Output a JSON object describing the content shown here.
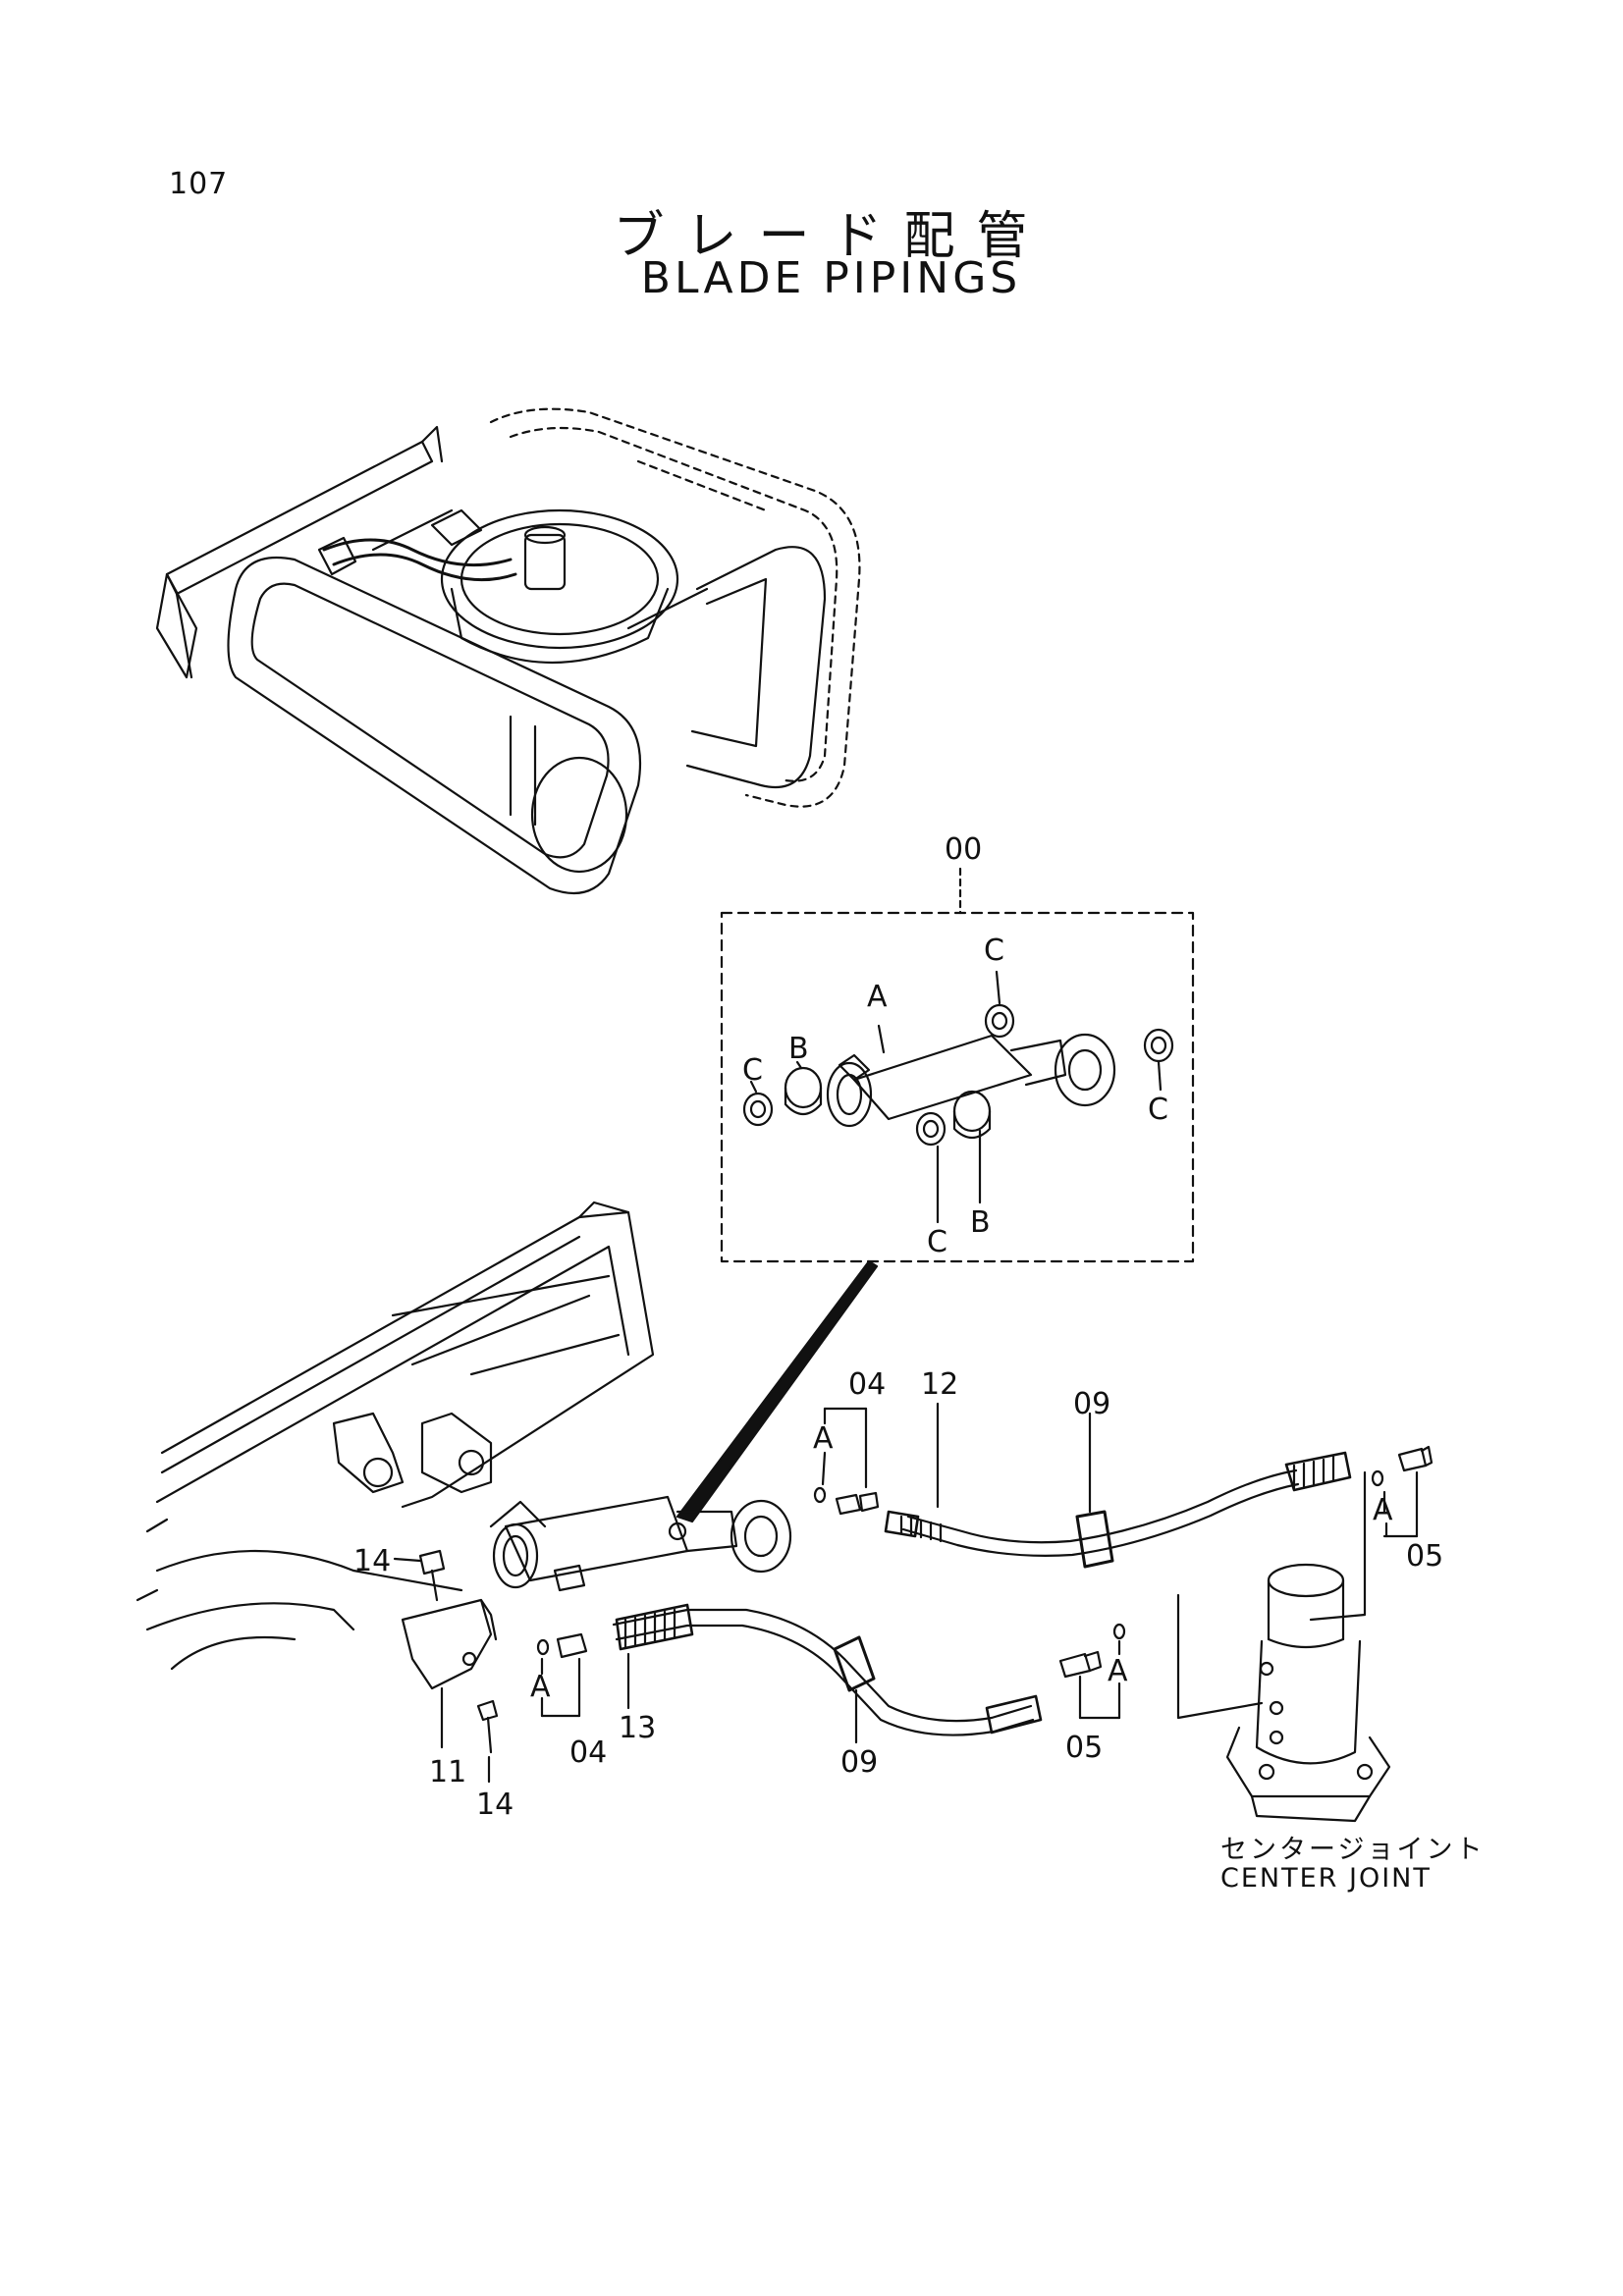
{
  "page_number": "107",
  "title_jp": "ブレード配管",
  "title_en": "BLADE PIPINGS",
  "callouts": {
    "c00": "00",
    "c04_top": "04",
    "c04_bottom": "04",
    "c05_right": "05",
    "c05_bottom": "05",
    "c09_top": "09",
    "c09_bottom": "09",
    "c11": "11",
    "c12": "12",
    "c13": "13",
    "c14_top": "14",
    "c14_bottom": "14"
  },
  "kit_letters": {
    "a_top": "A",
    "b_left": "B",
    "b_bottom": "B",
    "c_top": "C",
    "c_left": "C",
    "c_right": "C",
    "c_bottom": "C",
    "a_04_top": "A",
    "a_04_bottom": "A",
    "a_05_right": "A",
    "a_05_bottom": "A"
  },
  "center_joint": {
    "label_jp": "センタージョイント",
    "label_en": "CENTER JOINT"
  }
}
